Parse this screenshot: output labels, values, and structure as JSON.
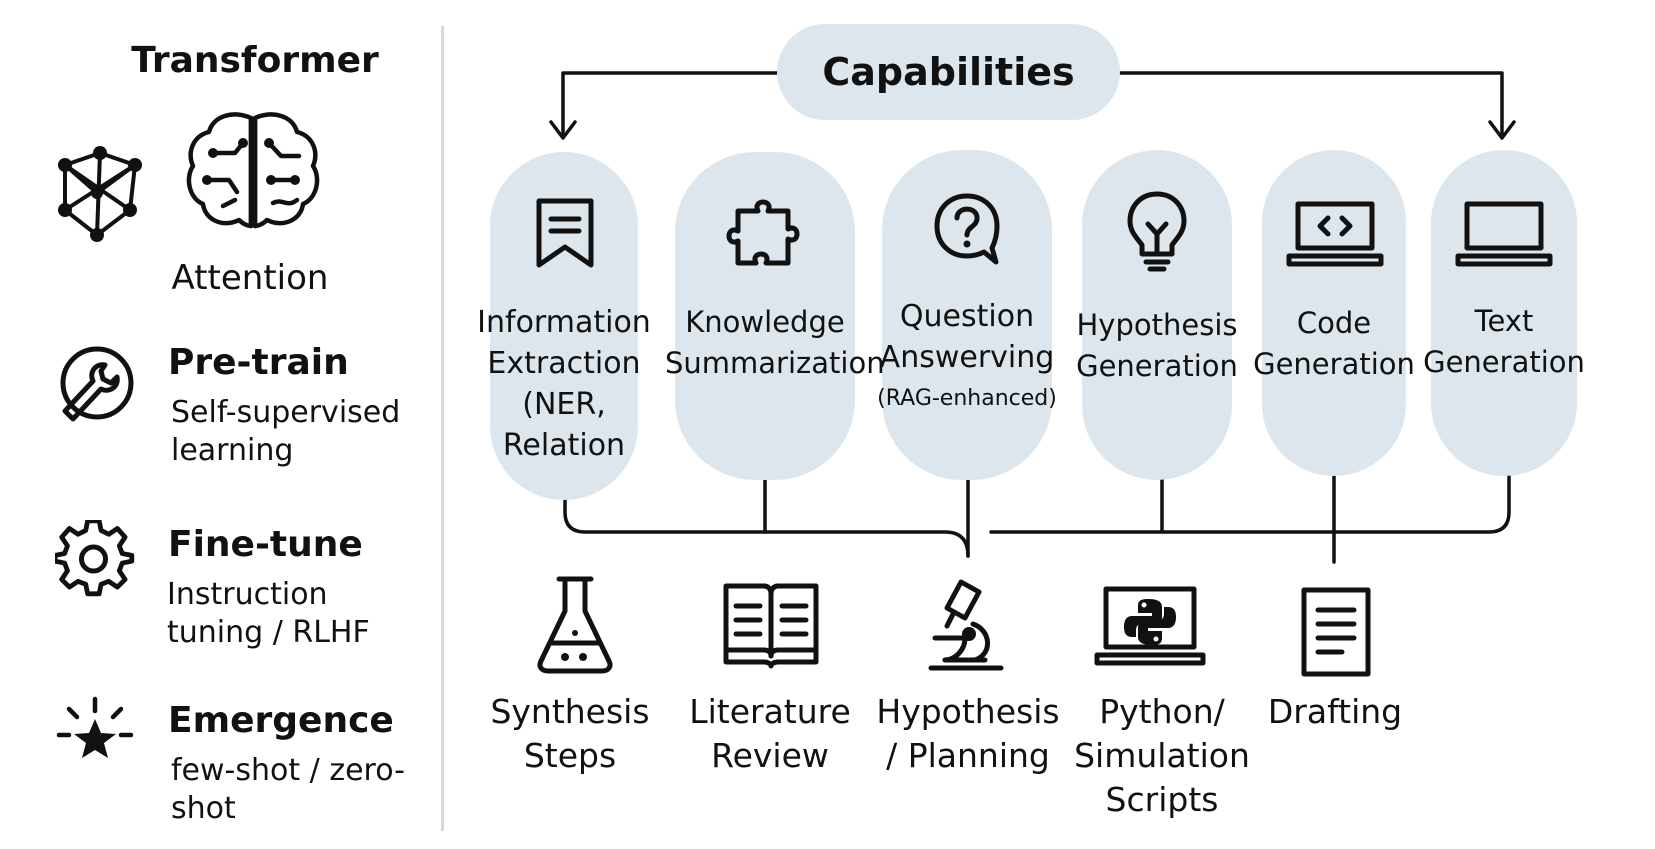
{
  "left_panel": {
    "title": "Transformer",
    "attention_label": "Attention",
    "stages": [
      {
        "title": "Pre-train",
        "subtitle_lines": [
          "Self-supervised",
          "learning"
        ],
        "icon": "wrench-icon"
      },
      {
        "title": "Fine-tune",
        "subtitle_lines": [
          "Instruction",
          "tuning / RLHF"
        ],
        "icon": "gear-icon"
      },
      {
        "title": "Emergence",
        "subtitle_lines": [
          "few-shot / zero-",
          "shot"
        ],
        "icon": "sparkle-star-icon"
      }
    ]
  },
  "capabilities": {
    "title": "Capabilities",
    "items": [
      {
        "lines": [
          "Information",
          "Extraction",
          "(NER,",
          "Relation"
        ],
        "icon": "bookmark-icon"
      },
      {
        "lines": [
          "Knowledge",
          "Summarization"
        ],
        "icon": "puzzle-icon"
      },
      {
        "lines": [
          "Question",
          "Answerving"
        ],
        "note": "(RAG-enhanced)",
        "icon": "question-bubble-icon"
      },
      {
        "lines": [
          "Hypothesis",
          "Generation"
        ],
        "icon": "lightbulb-icon"
      },
      {
        "lines": [
          "Code",
          "Generation"
        ],
        "icon": "laptop-code-icon"
      },
      {
        "lines": [
          "Text",
          "Generation"
        ],
        "icon": "laptop-icon"
      }
    ]
  },
  "outputs": [
    {
      "lines": [
        "Synthesis",
        "Steps"
      ],
      "icon": "flask-icon"
    },
    {
      "lines": [
        "Literature",
        "Review"
      ],
      "icon": "open-book-icon"
    },
    {
      "lines": [
        "Hypothesis",
        "/ Planning"
      ],
      "icon": "microscope-icon"
    },
    {
      "lines": [
        "Python/",
        "Simulation",
        "Scripts"
      ],
      "icon": "laptop-python-icon"
    },
    {
      "lines": [
        "Drafting"
      ],
      "icon": "document-icon"
    }
  ]
}
